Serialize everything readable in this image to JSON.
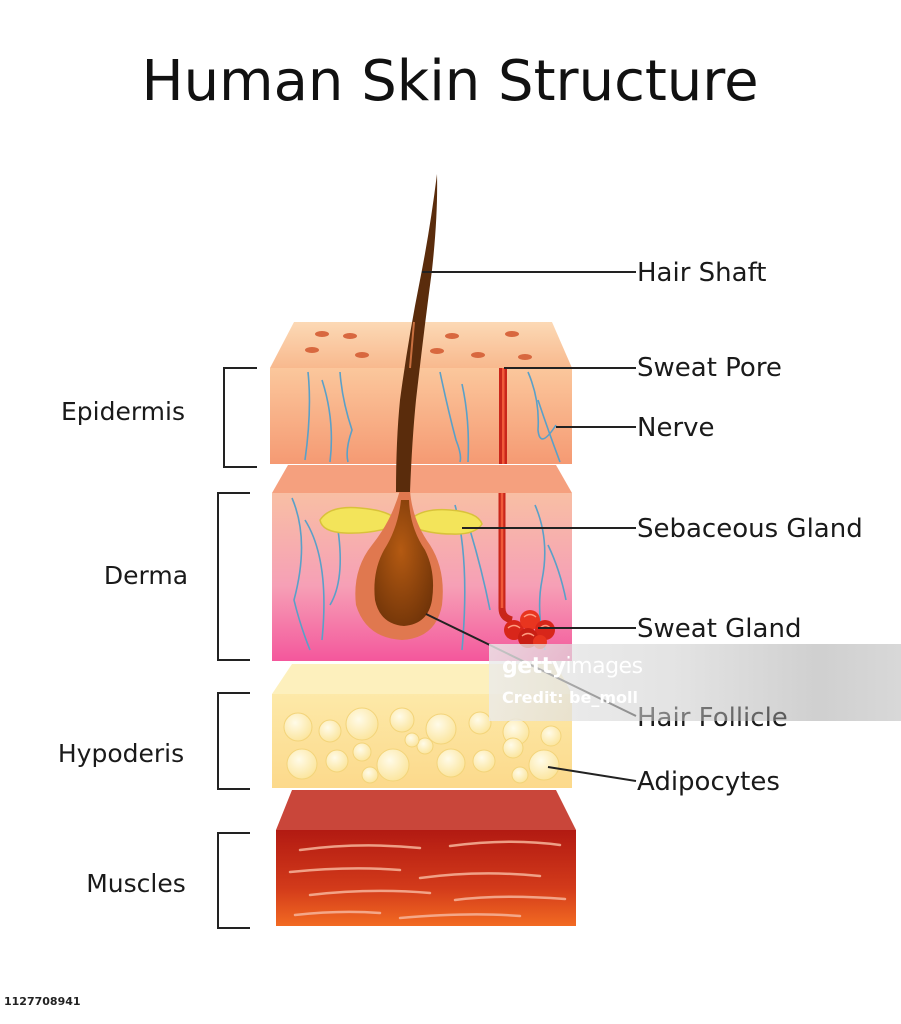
{
  "title": "Human Skin Structure",
  "layers": {
    "epidermis": "Epidermis",
    "derma": "Derma",
    "hypoderis": "Hypoderis",
    "muscles": "Muscles"
  },
  "parts": {
    "hair_shaft": "Hair Shaft",
    "sweat_pore": "Sweat Pore",
    "nerve": "Nerve",
    "sebaceous_gland": "Sebaceous Gland",
    "sweat_gland": "Sweat Gland",
    "hair_follicle": "Hair Follicle",
    "adipocytes": "Adipocytes"
  },
  "watermark": {
    "logo_bold": "getty",
    "logo_light": "images",
    "credit": "Credit: be_moll"
  },
  "image_id": "1127708941",
  "colors": {
    "epidermis": "#f6a47a",
    "derma": "#f784ad",
    "hypodermis": "#fde3a0",
    "muscle": "#c62a1a",
    "hair": "#5a2c0c",
    "nerve": "#5aa0c8",
    "gland": "#e3261a",
    "sebaceous": "#f2e25a"
  }
}
